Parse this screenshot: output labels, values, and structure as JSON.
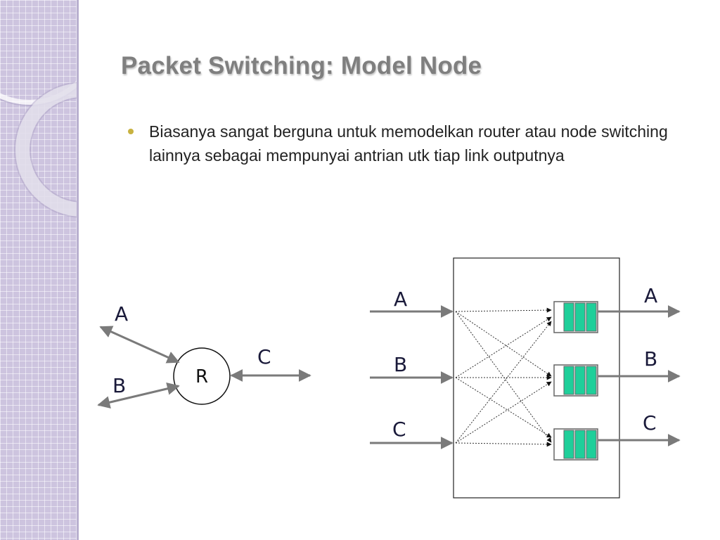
{
  "slide": {
    "title": "Packet Switching: Model Node",
    "bullets": [
      "Biasanya sangat berguna untuk memodelkan router atau node switching lainnya sebagai mempunyai antrian utk tiap link outputnya"
    ]
  },
  "diagram": {
    "router": {
      "node_label": "R",
      "links": [
        "A",
        "B",
        "C"
      ]
    },
    "switch_model": {
      "inputs": [
        "A",
        "B",
        "C"
      ],
      "outputs": [
        "A",
        "B",
        "C"
      ],
      "queue_color": "#1fcf9a"
    }
  }
}
